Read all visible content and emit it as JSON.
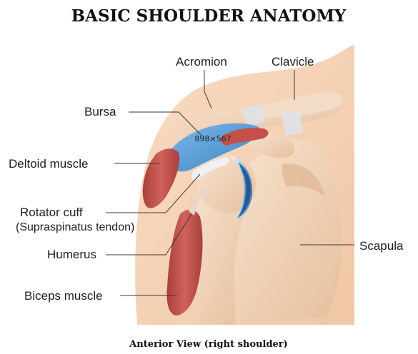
{
  "title": "BASIC SHOULDER ANATOMY",
  "caption": "Anterior View (right shoulder)",
  "watermark": "898×567",
  "labels": {
    "acromion": "Acromion",
    "clavicle": "Clavicle",
    "bursa": "Bursa",
    "deltoid": "Deltoid muscle",
    "rotator_cuff": "Rotator cuff",
    "rotator_cuff_sub": "(Supraspinatus tendon)",
    "humerus": "Humerus",
    "biceps": "Biceps muscle",
    "scapula": "Scapula"
  },
  "colors": {
    "skin": "#f6d2b4",
    "skin_shadow": "#eebf9c",
    "bone": "#f3d9c2",
    "bone_shadow": "#e2b996",
    "muscle": "#c4504a",
    "muscle_dark": "#9e3733",
    "bursa": "#5a9fd8",
    "cartilage": "#8fc6e6",
    "ligament": "#dfe2e8"
  }
}
